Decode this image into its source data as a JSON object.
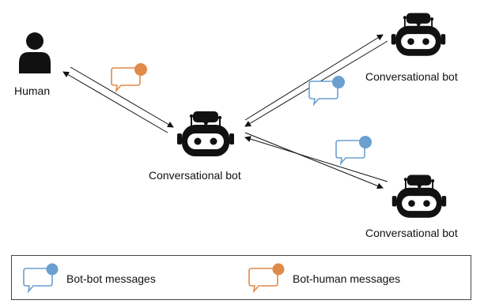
{
  "nodes": {
    "human": {
      "label": "Human"
    },
    "center_bot": {
      "label": "Conversational bot"
    },
    "top_bot": {
      "label": "Conversational bot"
    },
    "bottom_bot": {
      "label": "Conversational bot"
    }
  },
  "legend": {
    "bot_bot": {
      "label": "Bot-bot messages",
      "color": "#6a9fd0"
    },
    "bot_human": {
      "label": "Bot-human messages",
      "color": "#e08a4a"
    }
  },
  "colors": {
    "bot_bubble": "#6a9fd0",
    "human_bubble": "#e08a4a",
    "ink": "#111111"
  }
}
